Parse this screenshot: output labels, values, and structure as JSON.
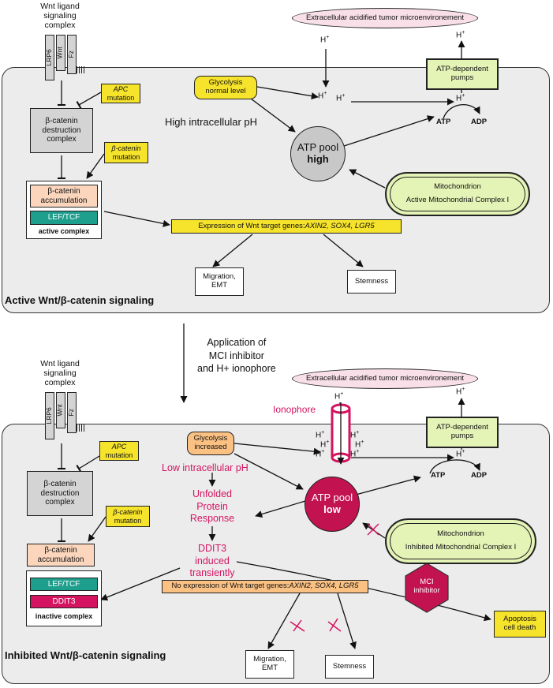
{
  "colors": {
    "panel": "#ececec",
    "yellow": "#f6e32c",
    "green": "#e4f3b6",
    "grey": "#d4d4d4",
    "peach": "#fbd6bd",
    "teal": "#1e9e8c",
    "magenta": "#d41461",
    "pink": "#f8dfe8",
    "orange": "#fbc183"
  },
  "top": {
    "wnt_complex": "Wnt ligand\nsignaling\ncomplex",
    "receptors": [
      "LRP6",
      "Wnt",
      "Fz"
    ],
    "apc": {
      "italic": "APC",
      "rest": "mutation"
    },
    "destruction": "β-catenin\ndestruction\ncomplex",
    "bcat_mut": {
      "italic": "β-catenin",
      "rest": "mutation"
    },
    "accumulation": "β-catenin\naccumulation",
    "lef": "LEF/TCF",
    "active_complex": "active complex",
    "extracellular": "Extracellular acidified tumor microenvironement",
    "glycolysis": "Glycolysis\nnormal level",
    "ph": "High intracellular pH",
    "atp_pool": "ATP pool",
    "atp_level": "high",
    "pumps": "ATP-dependent\npumps",
    "atp": "ATP",
    "adp": "ADP",
    "mito_title": "Mitochondrion",
    "mito_sub": "Active Mitochondrial Complex I",
    "expression": {
      "prefix": "Expression of Wnt target genes: ",
      "genes": "AXIN2, SOX4, LGR5"
    },
    "migration": "Migration,\nEMT",
    "stemness": "Stemness",
    "panel_title": "Active Wnt/β-catenin signaling"
  },
  "middle": {
    "application": "Application of\nMCI inhibitor\nand H+ ionophore"
  },
  "bottom": {
    "wnt_complex": "Wnt ligand\nsignaling\ncomplex",
    "receptors": [
      "LRP6",
      "Wnt",
      "Fz"
    ],
    "apc": {
      "italic": "APC",
      "rest": "mutation"
    },
    "destruction": "β-catenin\ndestruction\ncomplex",
    "bcat_mut": {
      "italic": "β-catenin",
      "rest": "mutation"
    },
    "accumulation": "β-catenin\naccumulation",
    "lef": "LEF/TCF",
    "ddit3_box": "DDIT3",
    "inactive_complex": "inactive complex",
    "extracellular": "Extracellular acidified tumor microenvironement",
    "ionophore": "Ionophore",
    "glycolysis": "Glycolysis\nincreased",
    "ph": "Low intracellular pH",
    "upr": "Unfolded\nProtein\nResponse",
    "ddit3": "DDIT3\ninduced\ntransiently",
    "atp_pool": "ATP pool",
    "atp_level": "low",
    "pumps": "ATP-dependent\npumps",
    "atp": "ATP",
    "adp": "ADP",
    "mito_title": "Mitochondrion",
    "mito_sub": "Inhibited Mitochondrial Complex I",
    "mci": "MCI\ninhibitor",
    "expression": {
      "prefix": "No expression of Wnt target genes: ",
      "genes": "AXIN2, SOX4, LGR5"
    },
    "apoptosis": "Apoptosis\ncell death",
    "migration": "Migration,\nEMT",
    "stemness": "Stemness",
    "panel_title": "Inhibited Wnt/β-catenin signaling"
  },
  "h": "H",
  "plus": "+"
}
